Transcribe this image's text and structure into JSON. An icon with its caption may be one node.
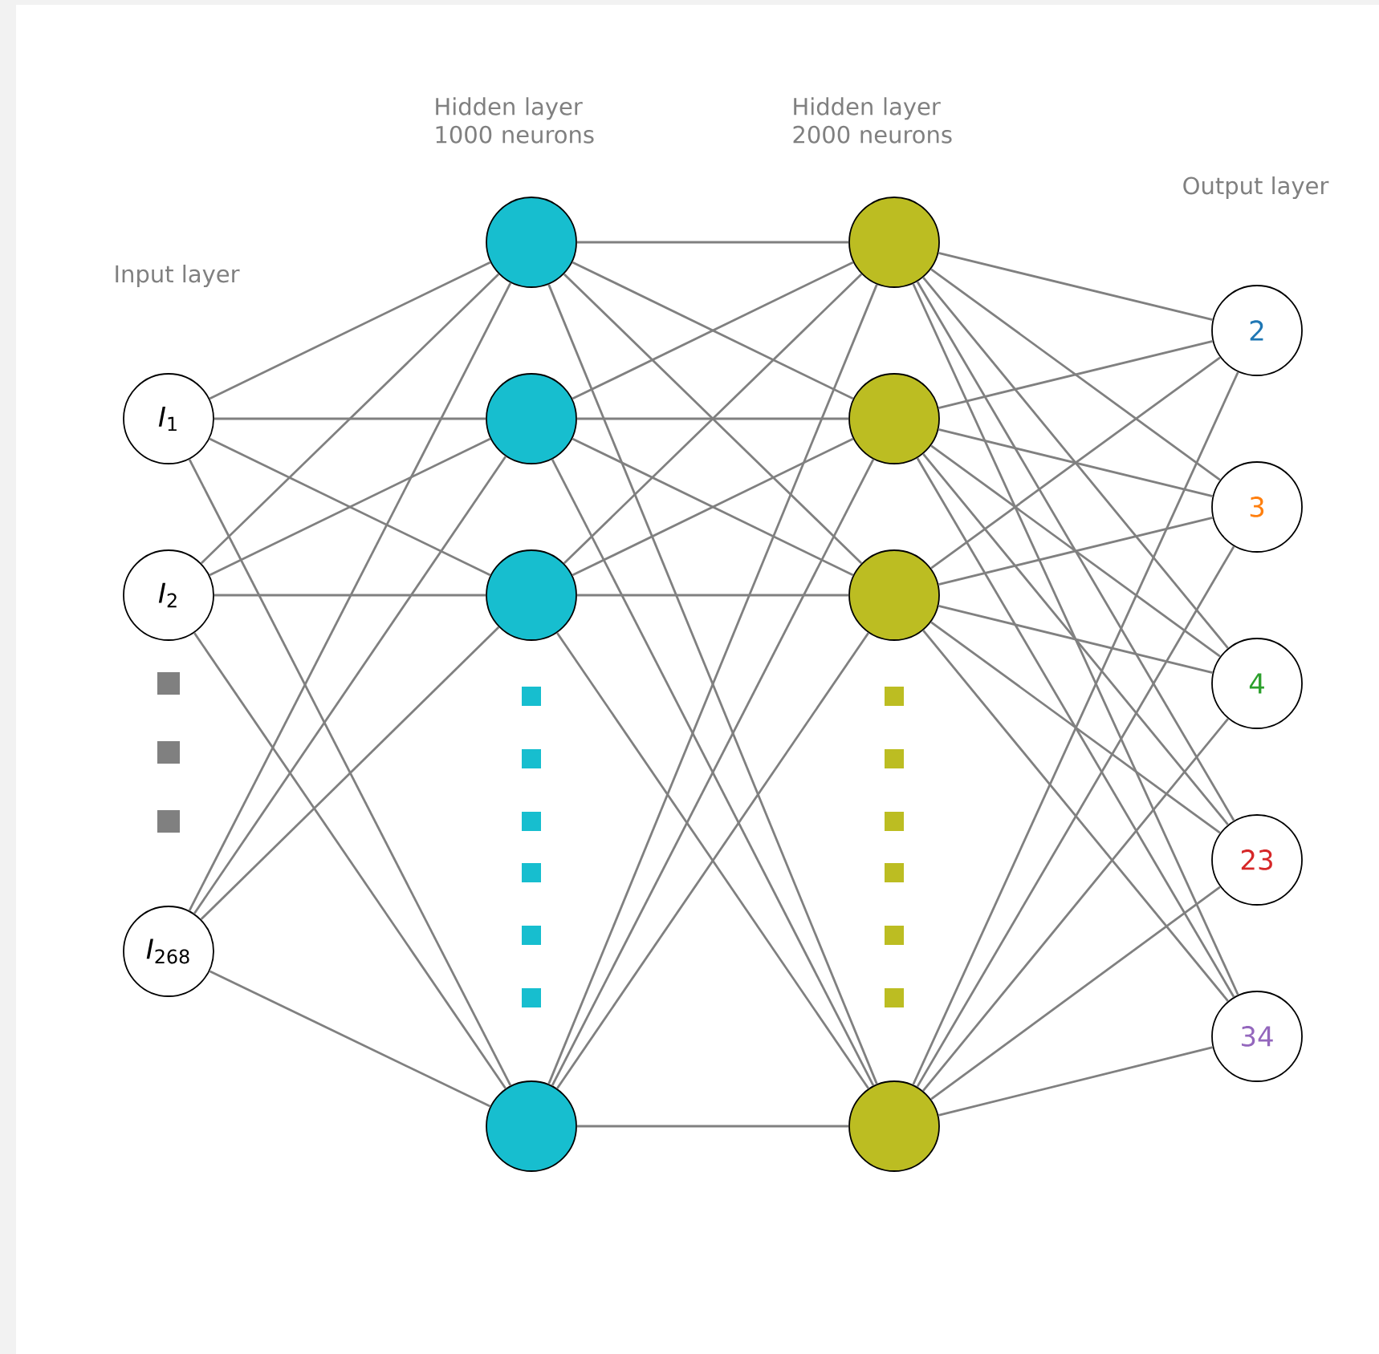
{
  "diagram": {
    "nodes": [
      {
        "text": [
          "*I*$_{1}$"
        ]
      },
      {
        "text": [
          "*I*$_{2}$"
        ]
      },
      {
        "text": [
          "*I*$_{268}$"
        ]
      },
      {
        "text": [],
        "shape": "circle"
      },
      {
        "text": [],
        "shape": "circle"
      },
      {
        "text": [],
        "shape": "circle"
      },
      {
        "text": [],
        "shape": "circle"
      },
      {
        "text": [],
        "shape": "circle"
      },
      {
        "text": [],
        "shape": "circle"
      },
      {
        "text": [],
        "shape": "circle"
      },
      {
        "text": [],
        "shape": "circle"
      },
      {
        "text": [
          "2"
        ]
      },
      {
        "text": [
          "3"
        ]
      },
      {
        "text": [
          "4"
        ]
      },
      {
        "text": [
          "23"
        ]
      },
      {
        "text": [
          "34"
        ]
      }
    ],
    "edges": [
      {
        "from": 0,
        "to": 3,
        "arrow": "none"
      },
      {
        "from": 0,
        "to": 4,
        "arrow": "none"
      },
      {
        "from": 0,
        "to": 5,
        "arrow": "none"
      },
      {
        "from": 0,
        "to": 6,
        "arrow": "none"
      },
      {
        "from": 1,
        "to": 3,
        "arrow": "none"
      },
      {
        "from": 1,
        "to": 4,
        "arrow": "none"
      },
      {
        "from": 1,
        "to": 5,
        "arrow": "none"
      },
      {
        "from": 1,
        "to": 6,
        "arrow": "none"
      },
      {
        "from": 2,
        "to": 3,
        "arrow": "none"
      },
      {
        "from": 2,
        "to": 4,
        "arrow": "none"
      },
      {
        "from": 2,
        "to": 5,
        "arrow": "none"
      },
      {
        "from": 2,
        "to": 6,
        "arrow": "none"
      },
      {
        "from": 3,
        "to": 7,
        "arrow": "none"
      },
      {
        "from": 3,
        "to": 8,
        "arrow": "none"
      },
      {
        "from": 3,
        "to": 9,
        "arrow": "none"
      },
      {
        "from": 3,
        "to": 10,
        "arrow": "none"
      },
      {
        "from": 4,
        "to": 7,
        "arrow": "none"
      },
      {
        "from": 4,
        "to": 8,
        "arrow": "none"
      },
      {
        "from": 4,
        "to": 9,
        "arrow": "none"
      },
      {
        "from": 4,
        "to": 10,
        "arrow": "none"
      },
      {
        "from": 5,
        "to": 7,
        "arrow": "none"
      },
      {
        "from": 5,
        "to": 8,
        "arrow": "none"
      },
      {
        "from": 5,
        "to": 9,
        "arrow": "none"
      },
      {
        "from": 5,
        "to": 10,
        "arrow": "none"
      },
      {
        "from": 6,
        "to": 7,
        "arrow": "none"
      },
      {
        "from": 6,
        "to": 8,
        "arrow": "none"
      },
      {
        "from": 6,
        "to": 9,
        "arrow": "none"
      },
      {
        "from": 6,
        "to": 10,
        "arrow": "none"
      },
      {
        "from": 7,
        "to": 11,
        "arrow": "none"
      },
      {
        "from": 7,
        "to": 12,
        "arrow": "none"
      },
      {
        "from": 7,
        "to": 13,
        "arrow": "none"
      },
      {
        "from": 7,
        "to": 14,
        "arrow": "none"
      },
      {
        "from": 7,
        "to": 15,
        "arrow": "none"
      },
      {
        "from": 8,
        "to": 11,
        "arrow": "none"
      },
      {
        "from": 8,
        "to": 12,
        "arrow": "none"
      },
      {
        "from": 8,
        "to": 13,
        "arrow": "none"
      },
      {
        "from": 8,
        "to": 14,
        "arrow": "none"
      },
      {
        "from": 8,
        "to": 15,
        "arrow": "none"
      },
      {
        "from": 9,
        "to": 11,
        "arrow": "none"
      },
      {
        "from": 9,
        "to": 12,
        "arrow": "none"
      },
      {
        "from": 9,
        "to": 13,
        "arrow": "none"
      },
      {
        "from": 9,
        "to": 14,
        "arrow": "none"
      },
      {
        "from": 9,
        "to": 15,
        "arrow": "none"
      },
      {
        "from": 10,
        "to": 11,
        "arrow": "none"
      },
      {
        "from": 10,
        "to": 12,
        "arrow": "none"
      },
      {
        "from": 10,
        "to": 13,
        "arrow": "none"
      },
      {
        "from": 10,
        "to": 14,
        "arrow": "none"
      },
      {
        "from": 10,
        "to": 15,
        "arrow": "none"
      }
    ],
    "labels": [
      "Hidden layer 1000 neurons",
      "Hidden layer 2000 neurons",
      "Output layer",
      "Input layer"
    ]
  }
}
